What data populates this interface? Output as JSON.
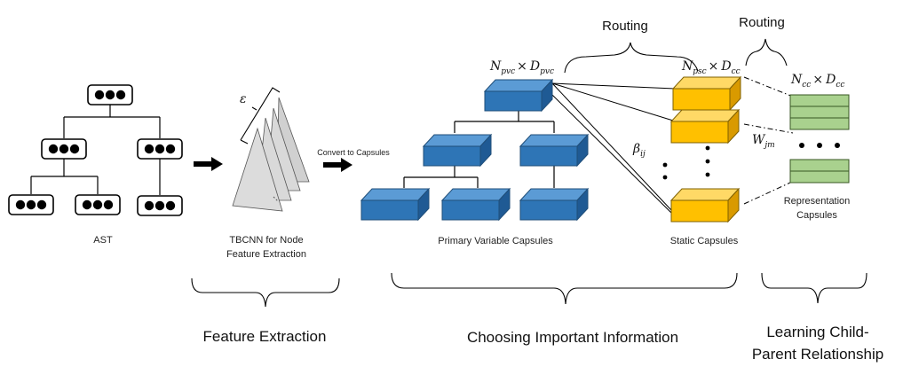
{
  "ast": {
    "label": "AST"
  },
  "tbcnn": {
    "line1": "TBCNN for Node",
    "line2": "Feature Extraction",
    "epsilon": "ε"
  },
  "convert": {
    "label": "Convert to Capsules"
  },
  "primary": {
    "label": "Primary Variable Capsules",
    "dim_N": "N",
    "dim_N_sub": "pvc",
    "dim_D": "D",
    "dim_D_sub": "pvc",
    "color": "#2e75b6"
  },
  "static": {
    "label": "Static Capsules",
    "dim_N": "N",
    "dim_N_sub": "psc",
    "dim_D": "D",
    "dim_D_sub": "cc",
    "color": "#ffc000"
  },
  "representation": {
    "line1": "Representation",
    "line2": "Capsules",
    "dim_N": "N",
    "dim_N_sub": "cc",
    "dim_D": "D",
    "dim_D_sub": "cc",
    "color": "#a9d18e"
  },
  "routing": {
    "label1": "Routing",
    "label2": "Routing"
  },
  "symbols": {
    "beta": "β",
    "beta_sub": "ij",
    "w": "W",
    "w_sub": "jm",
    "times": "×"
  },
  "stages": {
    "feature": "Feature Extraction",
    "choosing": "Choosing Important Information",
    "learning1": "Learning Child-",
    "learning2": "Parent Relationship"
  }
}
